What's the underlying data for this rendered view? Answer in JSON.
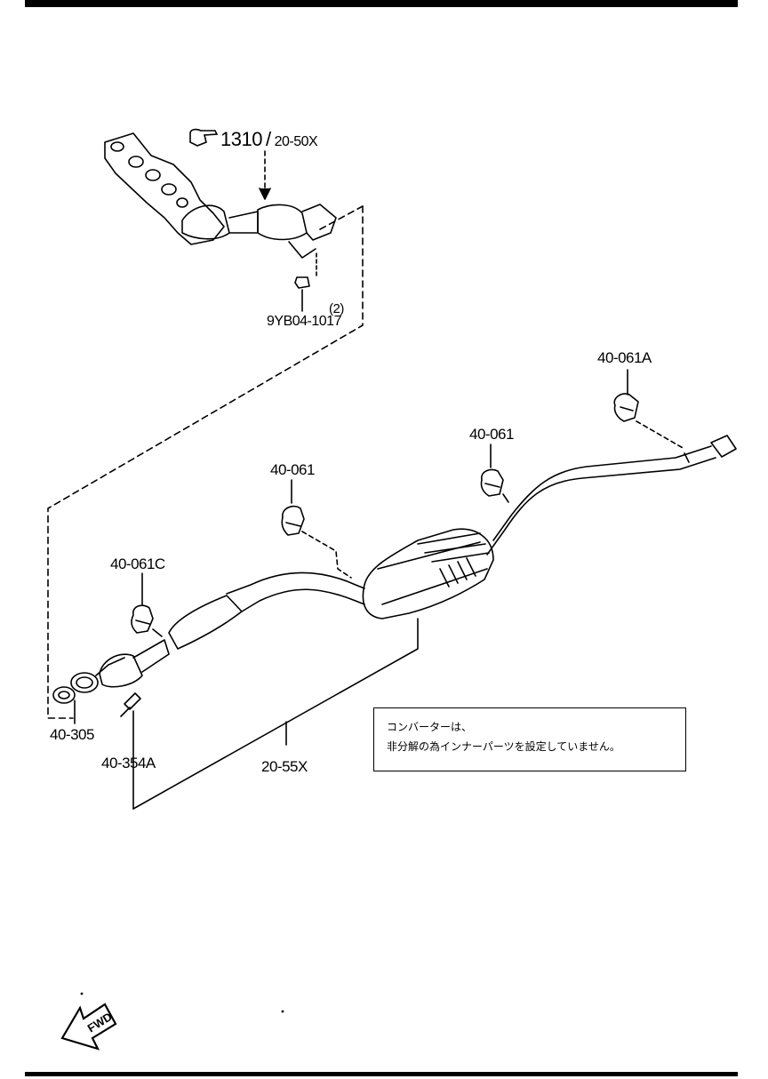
{
  "labels": {
    "ref_main": "1310",
    "ref_main_sep": "/",
    "ref_main_code": "20-50X",
    "nut_qty": "(2)",
    "nut_code": "9YB04-1017",
    "hanger_a": "40-061A",
    "hanger_mid": "40-061",
    "hanger_left": "40-061",
    "hanger_c": "40-061C",
    "gasket": "40-305",
    "bolt": "40-354A",
    "pipe_assy": "20-55X"
  },
  "note": {
    "line1": "コンバーターは、",
    "line2": "非分解の為インナーパーツを設定していません。"
  },
  "fwd_label": "FWD",
  "icons": [
    "pointing-hand-icon",
    "fwd-arrow-icon"
  ]
}
